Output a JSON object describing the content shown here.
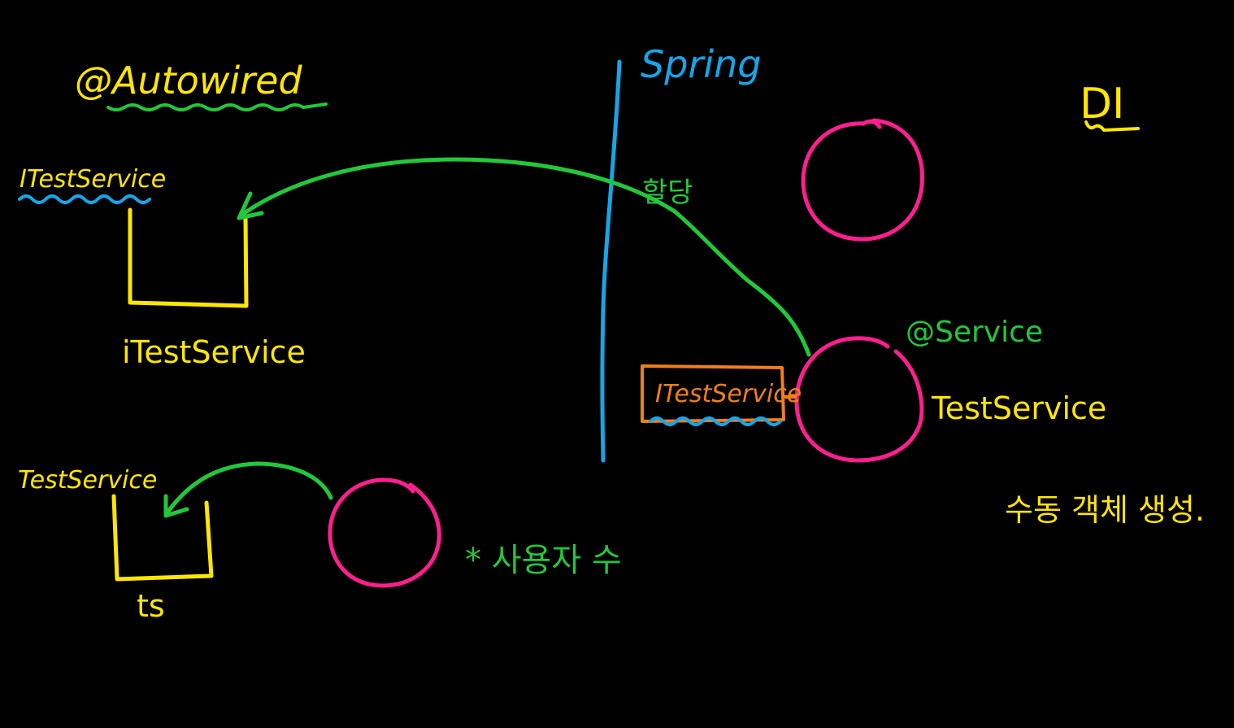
{
  "colors": {
    "background": "#000000",
    "yellow": "#ffe600",
    "green": "#22c83a",
    "blue": "#16a6e8",
    "pink": "#ff1f8f",
    "orange": "#f07f1a"
  },
  "labels": {
    "autowired": "@Autowired",
    "spring": "Spring",
    "di": "DI",
    "itestservice_type": "ITestService",
    "itestservice_var": "iTestService",
    "assign": "할당",
    "service_annotation": "@Service",
    "testservice_class": "TestService",
    "itestservice_interface": "ITestService",
    "testservice_type": "TestService",
    "ts_var": "ts",
    "user_manual": "* 사용자 수",
    "manual_creation": "수동 객체 생성."
  }
}
